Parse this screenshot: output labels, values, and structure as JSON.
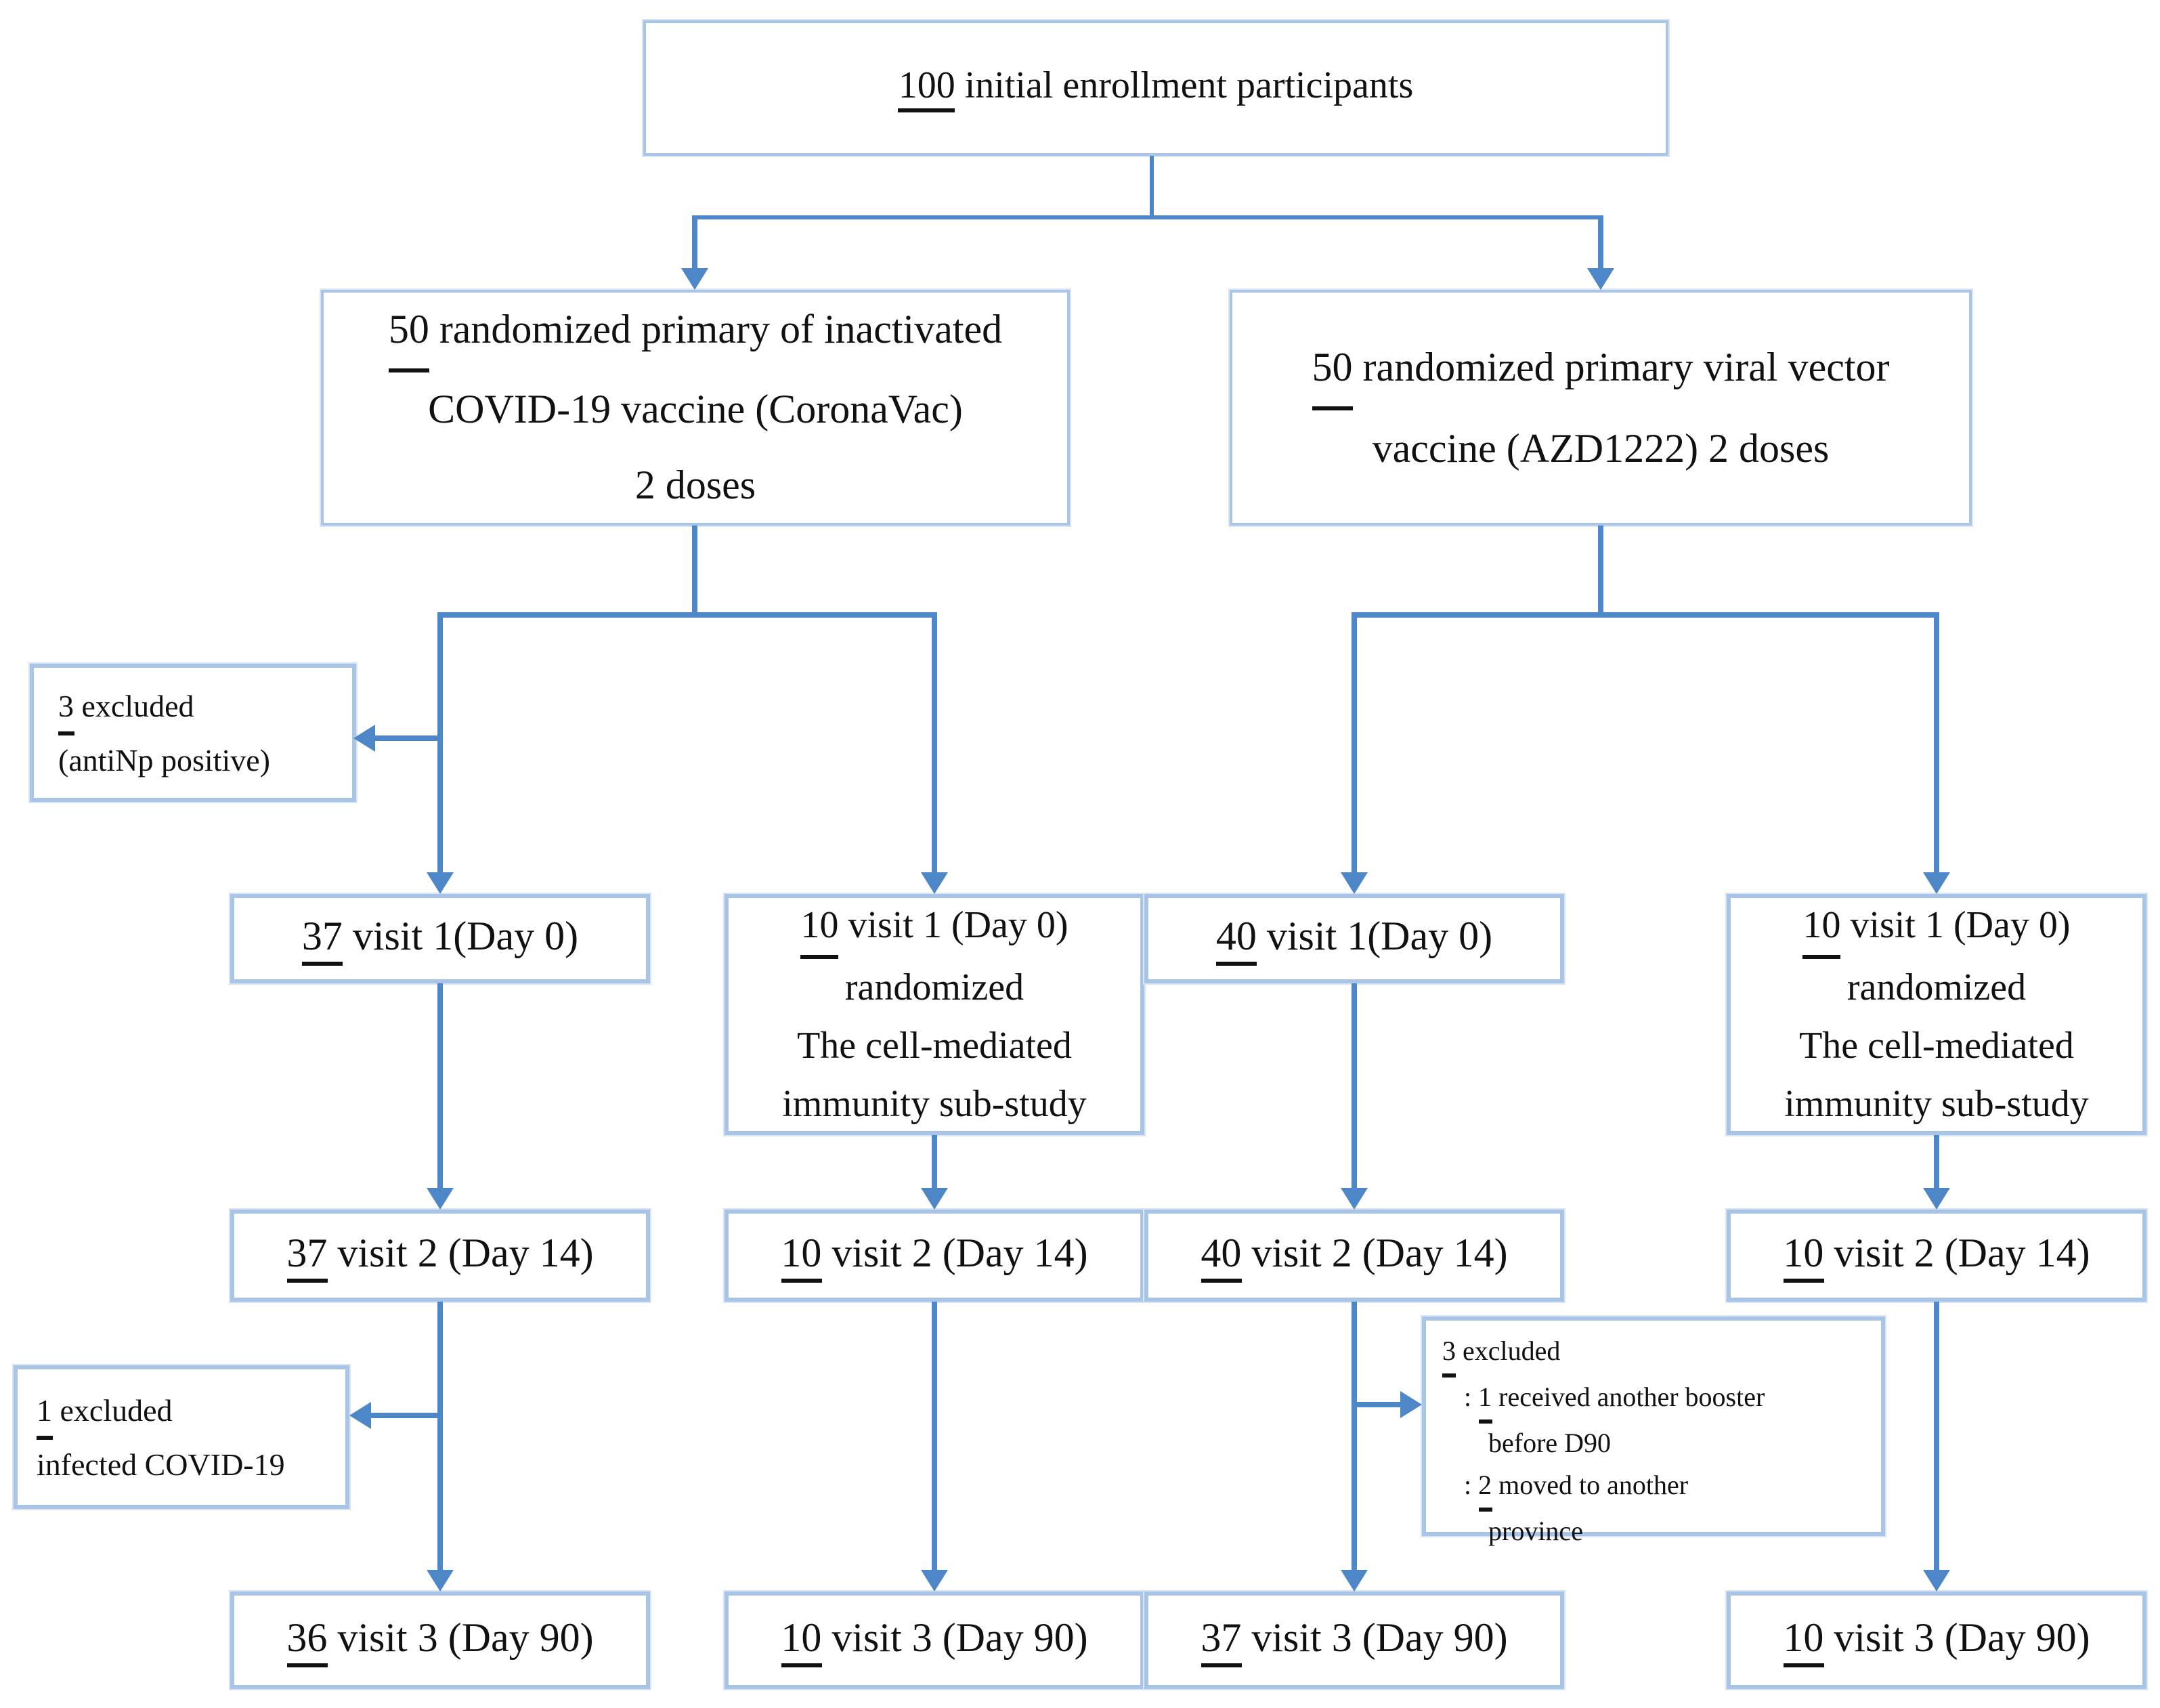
{
  "palette": {
    "line": "#4e87c8",
    "box_border": "#aac4e6",
    "text": "#111111"
  },
  "nodes": {
    "enrollment": {
      "count": "100",
      "label": " initial enrollment participants"
    },
    "arm_inactivated": {
      "count": "50",
      "line1": " randomized primary of inactivated",
      "line2": "COVID-19 vaccine (CoronaVac)",
      "line3": "2 doses"
    },
    "arm_viral_vector": {
      "count": "50",
      "line1": " randomized primary viral vector",
      "line2": "vaccine (AZD1222) 2 doses"
    },
    "excluded_antinp": {
      "count": "3",
      "label": " excluded",
      "reason": "(antiNp positive)"
    },
    "visit1_inactivated": {
      "count": "37",
      "label": " visit 1(Day 0)"
    },
    "substudy_inactivated": {
      "count": "10",
      "label": " visit 1 (Day 0)",
      "line2": "randomized",
      "line3": "The cell-mediated",
      "line4": "immunity sub-study"
    },
    "visit1_viral": {
      "count": "40",
      "label": " visit 1(Day 0)"
    },
    "substudy_viral": {
      "count": "10",
      "label": " visit 1 (Day 0)",
      "line2": "randomized",
      "line3": "The cell-mediated",
      "line4": "immunity sub-study"
    },
    "visit2_inactivated": {
      "count": "37",
      "label": " visit 2 (Day 14)"
    },
    "visit2_sub_inactivated": {
      "count": "10",
      "label": " visit 2 (Day 14)"
    },
    "visit2_viral": {
      "count": "40",
      "label": " visit 2 (Day 14)"
    },
    "visit2_sub_viral": {
      "count": "10",
      "label": " visit 2 (Day 14)"
    },
    "excluded_covid": {
      "count": "1",
      "label": " excluded",
      "reason": "infected COVID-19"
    },
    "excluded_d90": {
      "count": "3",
      "label": " excluded",
      "r1_colon": ": ",
      "r1_num": "1",
      "r1_text": " received another booster",
      "r1_cont": "before D90",
      "r2_colon": ": ",
      "r2_num": "2",
      "r2_text": " moved to another",
      "r2_cont": "province"
    },
    "visit3_inactivated": {
      "count": "36",
      "label": " visit 3 (Day 90)"
    },
    "visit3_sub_inactivated": {
      "count": "10",
      "label": " visit 3 (Day 90)"
    },
    "visit3_viral": {
      "count": "37",
      "label": " visit 3 (Day 90)"
    },
    "visit3_sub_viral": {
      "count": "10",
      "label": " visit 3 (Day 90)"
    }
  }
}
